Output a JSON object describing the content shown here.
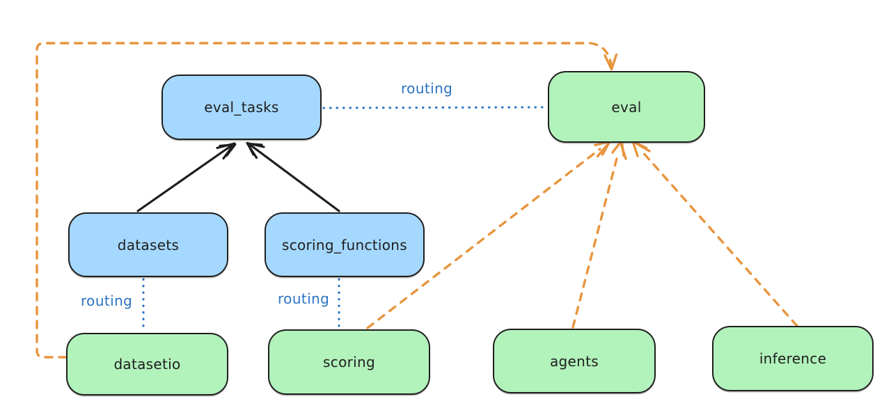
{
  "diagram": {
    "colors": {
      "background": "#ffffff",
      "box_stroke": "#1e1e1e",
      "blue_box_fill": "#a5d8ff",
      "green_box_fill": "#b2f2bb",
      "routing_blue": "#2b74c2",
      "dashed_orange": "#e8943d",
      "solid_arrow_black": "#1e1e1e",
      "text": "#1e1e1e"
    },
    "nodes": [
      {
        "id": "eval_tasks",
        "label": "eval_tasks",
        "fill": "blue"
      },
      {
        "id": "eval",
        "label": "eval",
        "fill": "green"
      },
      {
        "id": "datasets",
        "label": "datasets",
        "fill": "blue"
      },
      {
        "id": "scoring_functions",
        "label": "scoring_functions",
        "fill": "blue"
      },
      {
        "id": "datasetio",
        "label": "datasetio",
        "fill": "green"
      },
      {
        "id": "scoring",
        "label": "scoring",
        "fill": "green"
      },
      {
        "id": "agents",
        "label": "agents",
        "fill": "green"
      },
      {
        "id": "inference",
        "label": "inference",
        "fill": "green"
      }
    ],
    "edges": [
      {
        "from": "datasets",
        "to": "eval_tasks",
        "style": "solid-arrow",
        "color": "black",
        "label": ""
      },
      {
        "from": "scoring_functions",
        "to": "eval_tasks",
        "style": "solid-arrow",
        "color": "black",
        "label": ""
      },
      {
        "from": "eval_tasks",
        "to": "eval",
        "style": "dotted-line",
        "color": "blue",
        "label": "routing"
      },
      {
        "from": "datasets",
        "to": "datasetio",
        "style": "dotted-line",
        "color": "blue",
        "label": "routing"
      },
      {
        "from": "scoring_functions",
        "to": "scoring",
        "style": "dotted-line",
        "color": "blue",
        "label": "routing"
      },
      {
        "from": "datasetio",
        "to": "eval",
        "style": "dashed-arrow",
        "color": "orange",
        "label": ""
      },
      {
        "from": "scoring",
        "to": "eval",
        "style": "dashed-arrow",
        "color": "orange",
        "label": ""
      },
      {
        "from": "agents",
        "to": "eval",
        "style": "dashed-arrow",
        "color": "orange",
        "label": ""
      },
      {
        "from": "inference",
        "to": "eval",
        "style": "dashed-arrow",
        "color": "orange",
        "label": ""
      }
    ]
  }
}
